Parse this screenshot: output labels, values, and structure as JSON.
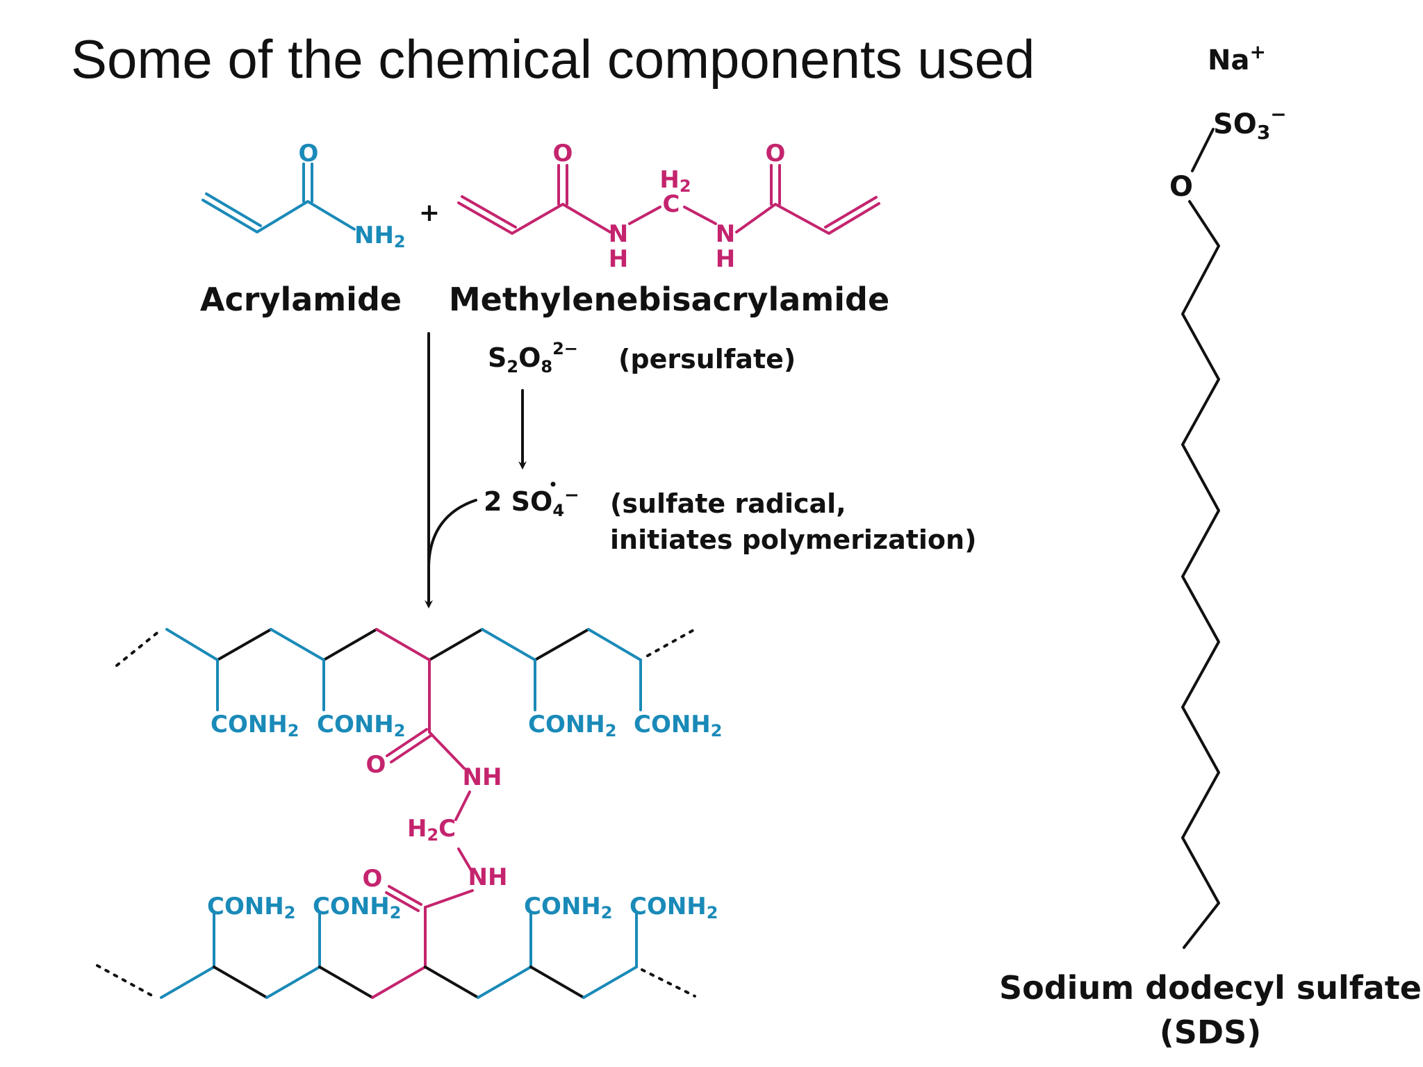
{
  "title": "Some of the chemical components used",
  "acrylamide": {
    "name": "Acrylamide",
    "o": "O",
    "nh2": "NH",
    "nh2_sub": "2"
  },
  "plus": "+",
  "bis": {
    "name": "Methylenebisacrylamide",
    "o_left": "O",
    "o_right": "O",
    "n": "N",
    "h": "H",
    "c": "C",
    "h2": "H",
    "h2_sub": "2"
  },
  "persulfate": {
    "formula": "S",
    "sub1": "2",
    "o": "O",
    "sub2": "8",
    "charge": "2−",
    "label": "(persulfate)"
  },
  "radical": {
    "formula": "2 SO",
    "sub": "4",
    "charge": "−",
    "label_line1": "(sulfate radical,",
    "label_line2": "initiates polymerization)"
  },
  "polymer": {
    "conh2": "CONH",
    "sub": "2",
    "o": "O",
    "nh": "NH",
    "h2c": "H",
    "h2c_sub": "2",
    "h2c_c": "C"
  },
  "sds": {
    "cation": "Na",
    "cation_charge": "+",
    "anion": "SO",
    "anion_sub": "3",
    "anion_charge": "−",
    "o": "O",
    "name_line1": "Sodium dodecyl sulfate",
    "name_line2": "(SDS)"
  },
  "colors": {
    "acrylamide": "#1a8ab8",
    "crosslinker": "#c4246e",
    "text": "#111111"
  }
}
